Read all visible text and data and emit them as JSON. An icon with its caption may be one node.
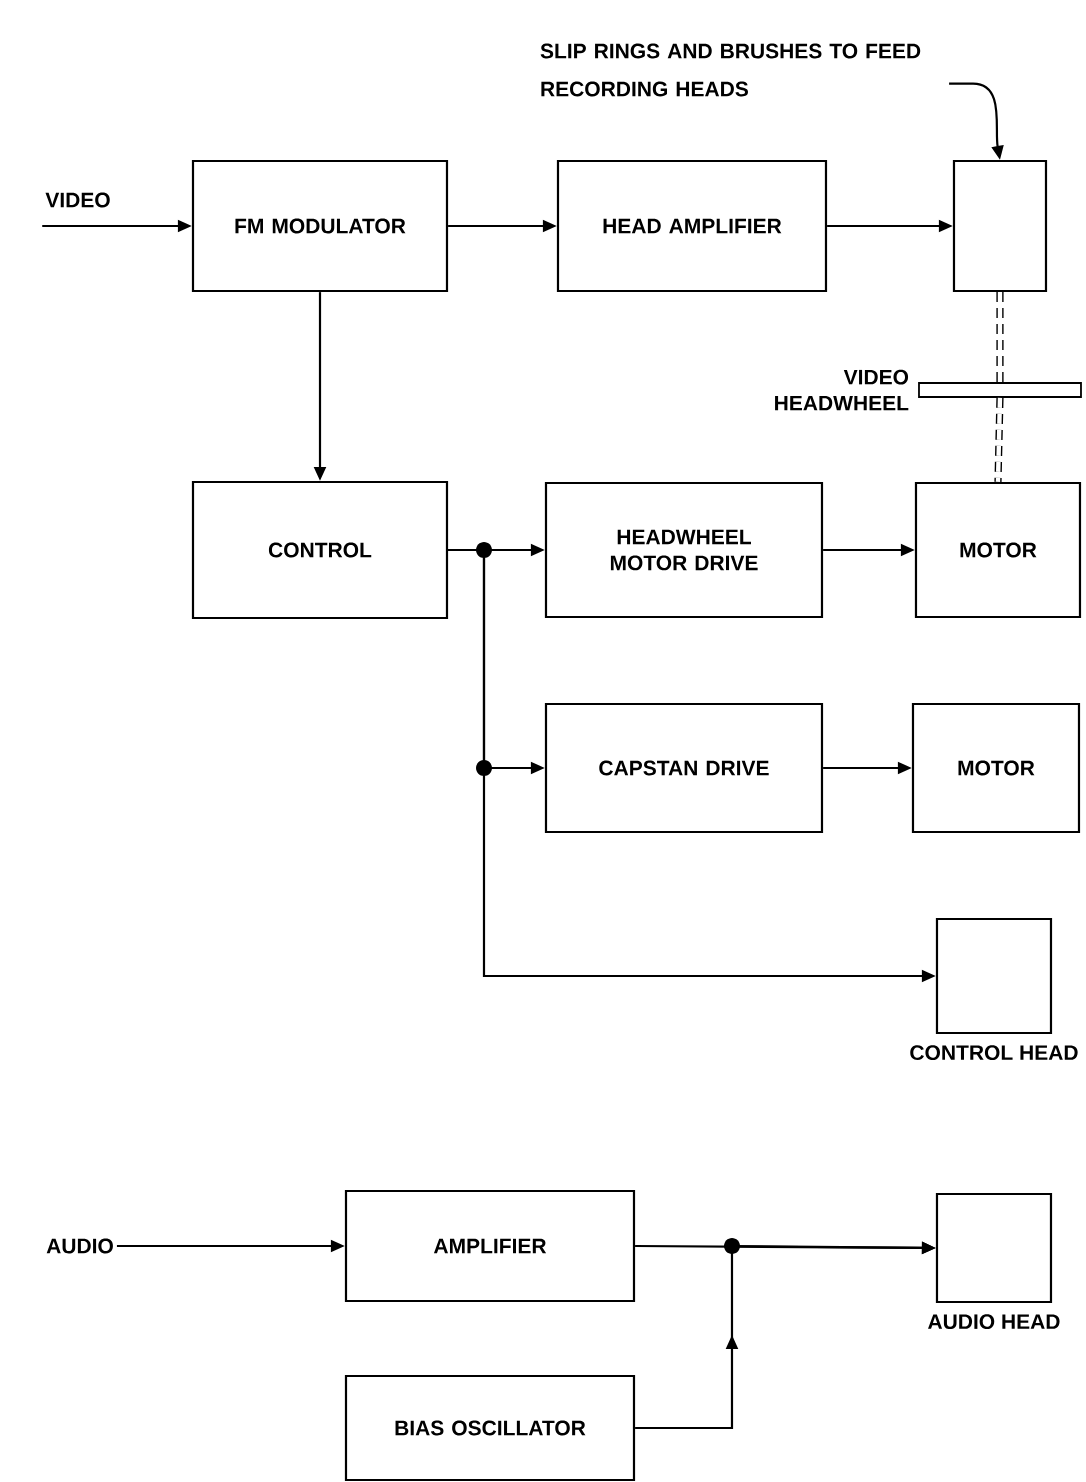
{
  "diagram": {
    "nodes": [
      {
        "text": [
          "VIDEO"
        ]
      },
      {
        "text": [
          "FM MODULATOR"
        ]
      },
      {
        "text": [
          "HEAD AMPLIFIER"
        ]
      },
      {
        "text": [
          "SLIP RINGS AND BRUSHES TO FEED RECORDING HEADS"
        ]
      },
      {
        "text": [],
        "shape": "box"
      },
      {
        "text": [],
        "shape": "bar",
        "beside": [
          "VIDEO HEADWHEEL"
        ]
      },
      {
        "text": [
          "CONTROL"
        ]
      },
      {
        "text": [
          "HEADWHEEL MOTOR DRIVE"
        ]
      },
      {
        "text": [
          "MOTOR"
        ]
      },
      {
        "text": [
          "CAPSTAN DRIVE"
        ]
      },
      {
        "text": [
          "MOTOR"
        ]
      },
      {
        "text": [
          "CONTROL HEAD"
        ]
      },
      {
        "text": [
          "AUDIO"
        ]
      },
      {
        "text": [
          "AMPLIFIER"
        ]
      },
      {
        "text": [
          "AUDIO HEAD"
        ]
      },
      {
        "text": [
          "BIAS OSCILLATOR"
        ]
      }
    ],
    "edges": [
      {
        "from": 0,
        "to": 1,
        "arrow": "to"
      },
      {
        "from": 1,
        "to": 2,
        "arrow": "to"
      },
      {
        "from": 2,
        "to": 4,
        "arrow": "to"
      },
      {
        "from": 3,
        "to": 4,
        "arrow": "to"
      },
      {
        "from": 4,
        "to": 5,
        "arrow": "none",
        "style": "dashed"
      },
      {
        "from": 5,
        "to": 8,
        "arrow": "none",
        "style": "dashed"
      },
      {
        "from": 1,
        "to": 6,
        "arrow": "to"
      },
      {
        "from": 6,
        "to": 7,
        "arrow": "to"
      },
      {
        "from": 7,
        "to": 8,
        "arrow": "to"
      },
      {
        "from": 6,
        "to": 9,
        "arrow": "to"
      },
      {
        "from": 9,
        "to": 10,
        "arrow": "to"
      },
      {
        "from": 6,
        "to": 11,
        "arrow": "to"
      },
      {
        "from": 12,
        "to": 13,
        "arrow": "to"
      },
      {
        "from": 13,
        "to": 14,
        "arrow": "to"
      },
      {
        "from": 15,
        "to": 14,
        "arrow": "to"
      }
    ]
  }
}
